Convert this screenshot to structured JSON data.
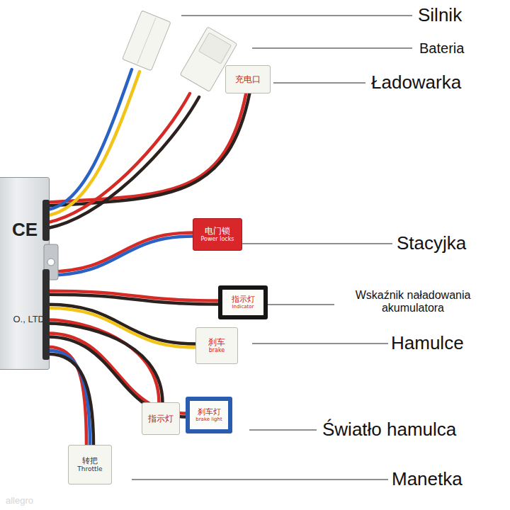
{
  "diagram": {
    "nodes": [
      {
        "text": [
          "CE",
          "O., LTD"
        ]
      },
      {
        "text": [
          "充电口"
        ]
      },
      {
        "text": [
          "电门锁",
          "Power locks"
        ]
      },
      {
        "text": [
          "指示灯",
          "Indicator"
        ]
      },
      {
        "text": [
          "刹车",
          "brake"
        ]
      },
      {
        "text": [
          "指示灯"
        ]
      },
      {
        "text": [
          "刹车灯",
          "brake light"
        ]
      },
      {
        "text": [
          "转把",
          "Throttle"
        ]
      }
    ],
    "edges": [
      {
        "from": 0,
        "to": 1,
        "arrow": "none"
      },
      {
        "from": 0,
        "to": 2,
        "arrow": "none"
      },
      {
        "from": 0,
        "to": 3,
        "arrow": "none"
      },
      {
        "from": 0,
        "to": 4,
        "arrow": "none"
      },
      {
        "from": 0,
        "to": 5,
        "arrow": "none"
      },
      {
        "from": 0,
        "to": 6,
        "arrow": "none"
      },
      {
        "from": 0,
        "to": 7,
        "arrow": "none"
      }
    ],
    "labels": [
      "Silnik",
      "Bateria",
      "Ładowarka",
      "Stacyjka",
      "Wskaźnik naładowania akumulatora",
      "Hamulce",
      "Światło hamulca",
      "Manetka",
      "allegro"
    ]
  }
}
